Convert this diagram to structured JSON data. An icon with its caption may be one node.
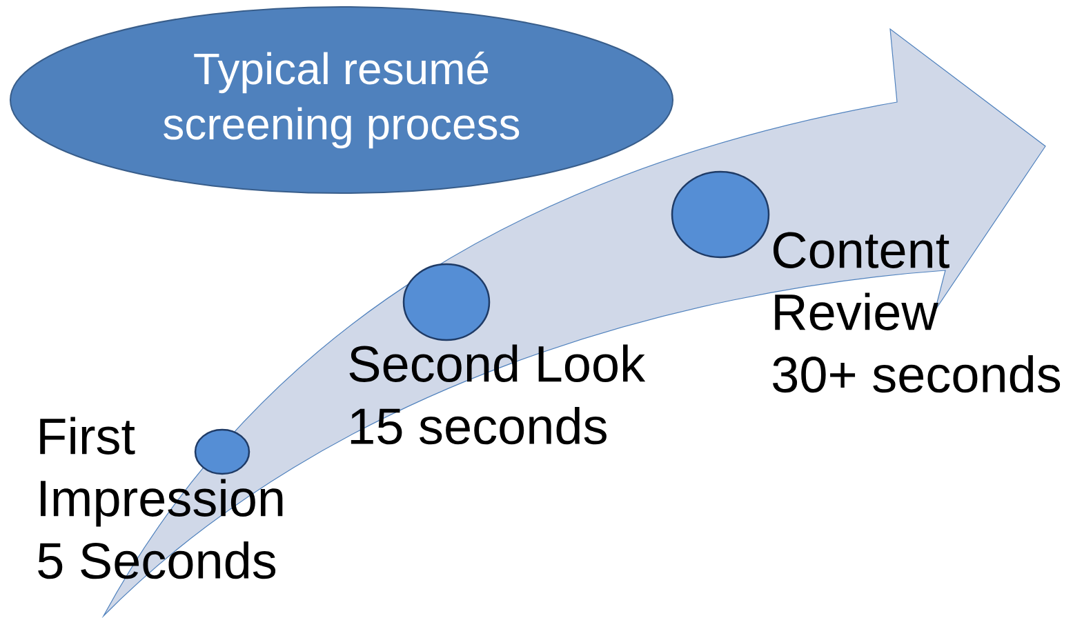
{
  "diagram": {
    "nodes": [
      {
        "text": [
          "Typical resumé screening process"
        ]
      },
      {
        "text": [],
        "shape": "circle",
        "beside": [
          "First Impression",
          "5 Seconds"
        ]
      },
      {
        "text": [],
        "shape": "circle",
        "beside": [
          "Second Look",
          "15 seconds"
        ]
      },
      {
        "text": [],
        "shape": "circle",
        "beside": [
          "Content Review",
          "30+ seconds"
        ]
      }
    ]
  }
}
